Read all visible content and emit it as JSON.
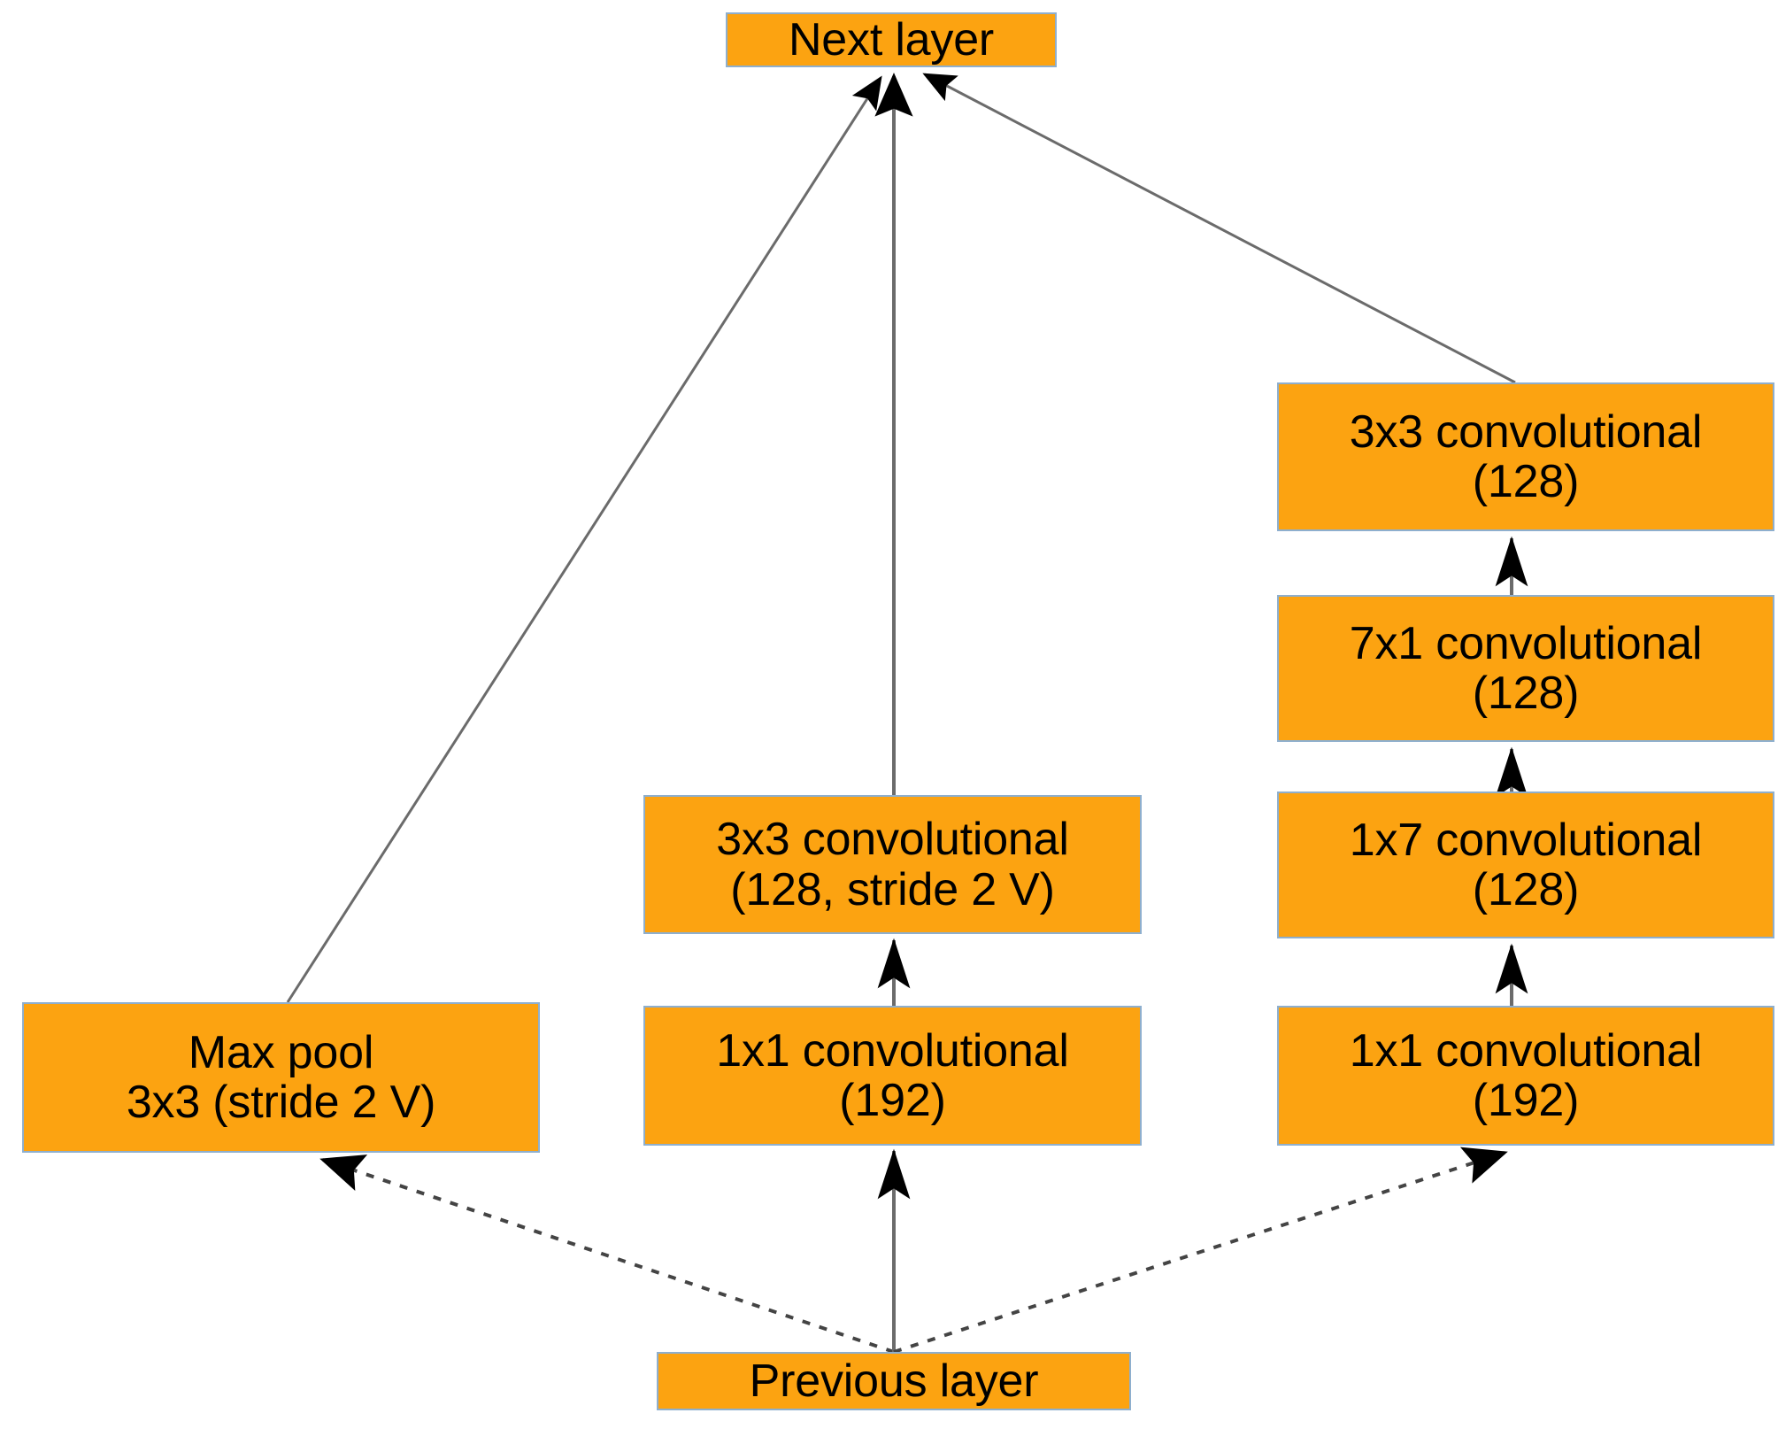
{
  "diagram": {
    "title": "Inception reduction module block diagram",
    "colors": {
      "node_fill": "#FCA311",
      "node_border": "#8EAFCE",
      "edge_solid": "#555555",
      "edge_dotted": "#444444",
      "arrowhead": "#000000",
      "background": "#FFFFFF",
      "text": "#000000"
    },
    "nodes": {
      "next_layer": {
        "label": "Next layer",
        "line1": "Next layer",
        "line2": ""
      },
      "previous_layer": {
        "label": "Previous layer",
        "line1": "Previous layer",
        "line2": ""
      },
      "max_pool": {
        "label": "Max pool 3x3 (stride 2 V)",
        "line1": "Max pool",
        "line2": "3x3 (stride 2 V)"
      },
      "mid_conv1x1": {
        "label": "1x1 convolutional (192)",
        "line1": "1x1 convolutional",
        "line2": "(192)"
      },
      "mid_conv3x3": {
        "label": "3x3 convolutional (128, stride 2 V)",
        "line1": "3x3 convolutional",
        "line2": "(128, stride 2 V)"
      },
      "right_conv1x1": {
        "label": "1x1 convolutional (192)",
        "line1": "1x1 convolutional",
        "line2": "(192)"
      },
      "right_conv1x7": {
        "label": "1x7 convolutional (128)",
        "line1": "1x7 convolutional",
        "line2": "(128)"
      },
      "right_conv7x1": {
        "label": "7x1 convolutional (128)",
        "line1": "7x1 convolutional",
        "line2": "(128)"
      },
      "right_conv3x3": {
        "label": "3x3 convolutional (128)",
        "line1": "3x3 convolutional",
        "line2": "(128)"
      }
    },
    "edges": [
      {
        "from": "previous_layer",
        "to": "max_pool",
        "style": "dotted"
      },
      {
        "from": "previous_layer",
        "to": "mid_conv1x1",
        "style": "solid"
      },
      {
        "from": "previous_layer",
        "to": "right_conv1x1",
        "style": "dotted"
      },
      {
        "from": "mid_conv1x1",
        "to": "mid_conv3x3",
        "style": "solid"
      },
      {
        "from": "right_conv1x1",
        "to": "right_conv1x7",
        "style": "solid"
      },
      {
        "from": "right_conv1x7",
        "to": "right_conv7x1",
        "style": "solid"
      },
      {
        "from": "right_conv7x1",
        "to": "right_conv3x3",
        "style": "solid"
      },
      {
        "from": "max_pool",
        "to": "next_layer",
        "style": "solid"
      },
      {
        "from": "mid_conv3x3",
        "to": "next_layer",
        "style": "solid"
      },
      {
        "from": "right_conv3x3",
        "to": "next_layer",
        "style": "solid"
      }
    ]
  }
}
